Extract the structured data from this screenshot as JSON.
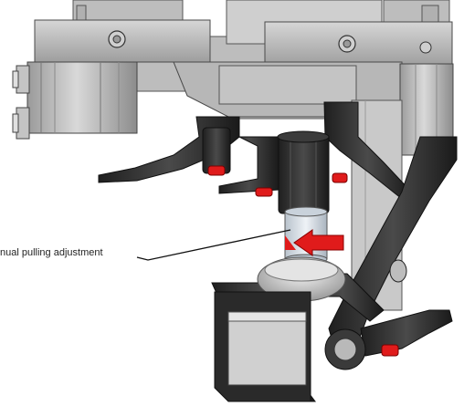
{
  "annotation": {
    "label": "nual pulling adjustment"
  },
  "colors": {
    "frame_light": "#c9c9c9",
    "frame_mid": "#a9a9a9",
    "frame_dark": "#7d7d7d",
    "lever_black": "#2b2b2b",
    "accent_red": "#e01b1b",
    "leader_line": "#111111",
    "cylinder_glass": "#d7dde3"
  },
  "parts": [
    "base-frame",
    "left-cylinder",
    "fittings",
    "upper-clamp-block",
    "hinge-bolts",
    "adjustment-nut",
    "adjustment-sleeve",
    "direction-arrow",
    "lower-roller",
    "bottom-clamp-jaw",
    "lever-arms",
    "red-tips"
  ]
}
